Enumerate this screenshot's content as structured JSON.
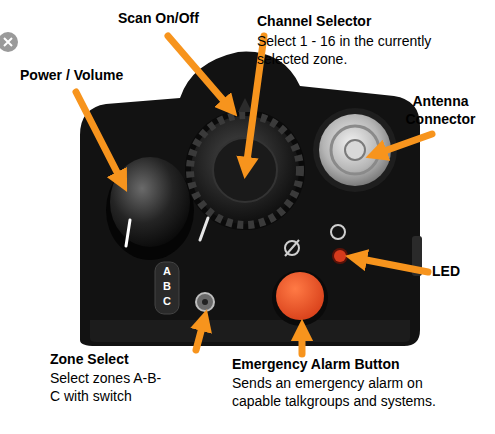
{
  "diagram": {
    "labels": [
      "Scan On/Off",
      "Channel Selector",
      "Select 1 - 16 in the currently selected zone.",
      "Power / Volume",
      "Antenna Connector",
      "LED",
      "Zone Select",
      "Select zones A-B-C with switch",
      "Emergency Alarm Button",
      "Sends an emergency alarm on capable talkgroups and systems.",
      "A",
      "B",
      "C"
    ]
  }
}
